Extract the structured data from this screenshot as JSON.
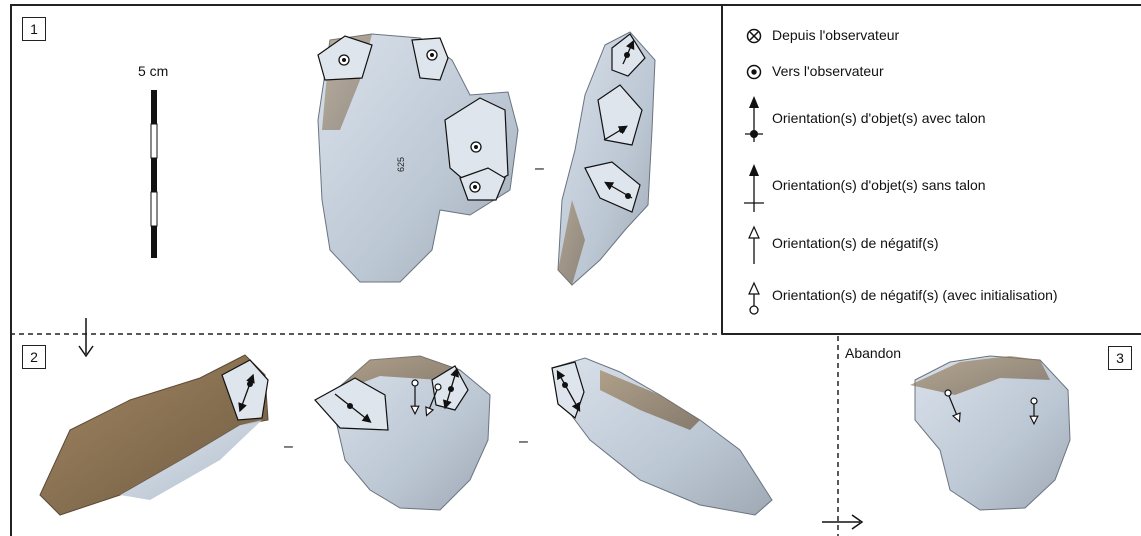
{
  "panels": {
    "one": "1",
    "two": "2",
    "three": "3"
  },
  "scale_label": "5 cm",
  "separators": {
    "top": "–",
    "bottom_left": "–",
    "bottom_right": "–"
  },
  "abandon_label": "Abandon",
  "artifact_number": "625",
  "legend": [
    {
      "icon": "toward-away-icon",
      "label": "Depuis l'observateur"
    },
    {
      "icon": "toward-viewer-icon",
      "label": "Vers l'observateur"
    },
    {
      "icon": "arrow-with-butt-icon",
      "label": "Orientation(s) d'objet(s) avec talon"
    },
    {
      "icon": "arrow-without-butt-icon",
      "label": "Orientation(s) d'objet(s) sans talon"
    },
    {
      "icon": "negative-arrow-icon",
      "label": "Orientation(s) de négatif(s)"
    },
    {
      "icon": "negative-arrow-init-icon",
      "label": "Orientation(s) de négatif(s) (avec initialisation)"
    }
  ],
  "colors": {
    "flint": "#c9d3df",
    "cortex": "#8c7355",
    "line": "#222222"
  }
}
